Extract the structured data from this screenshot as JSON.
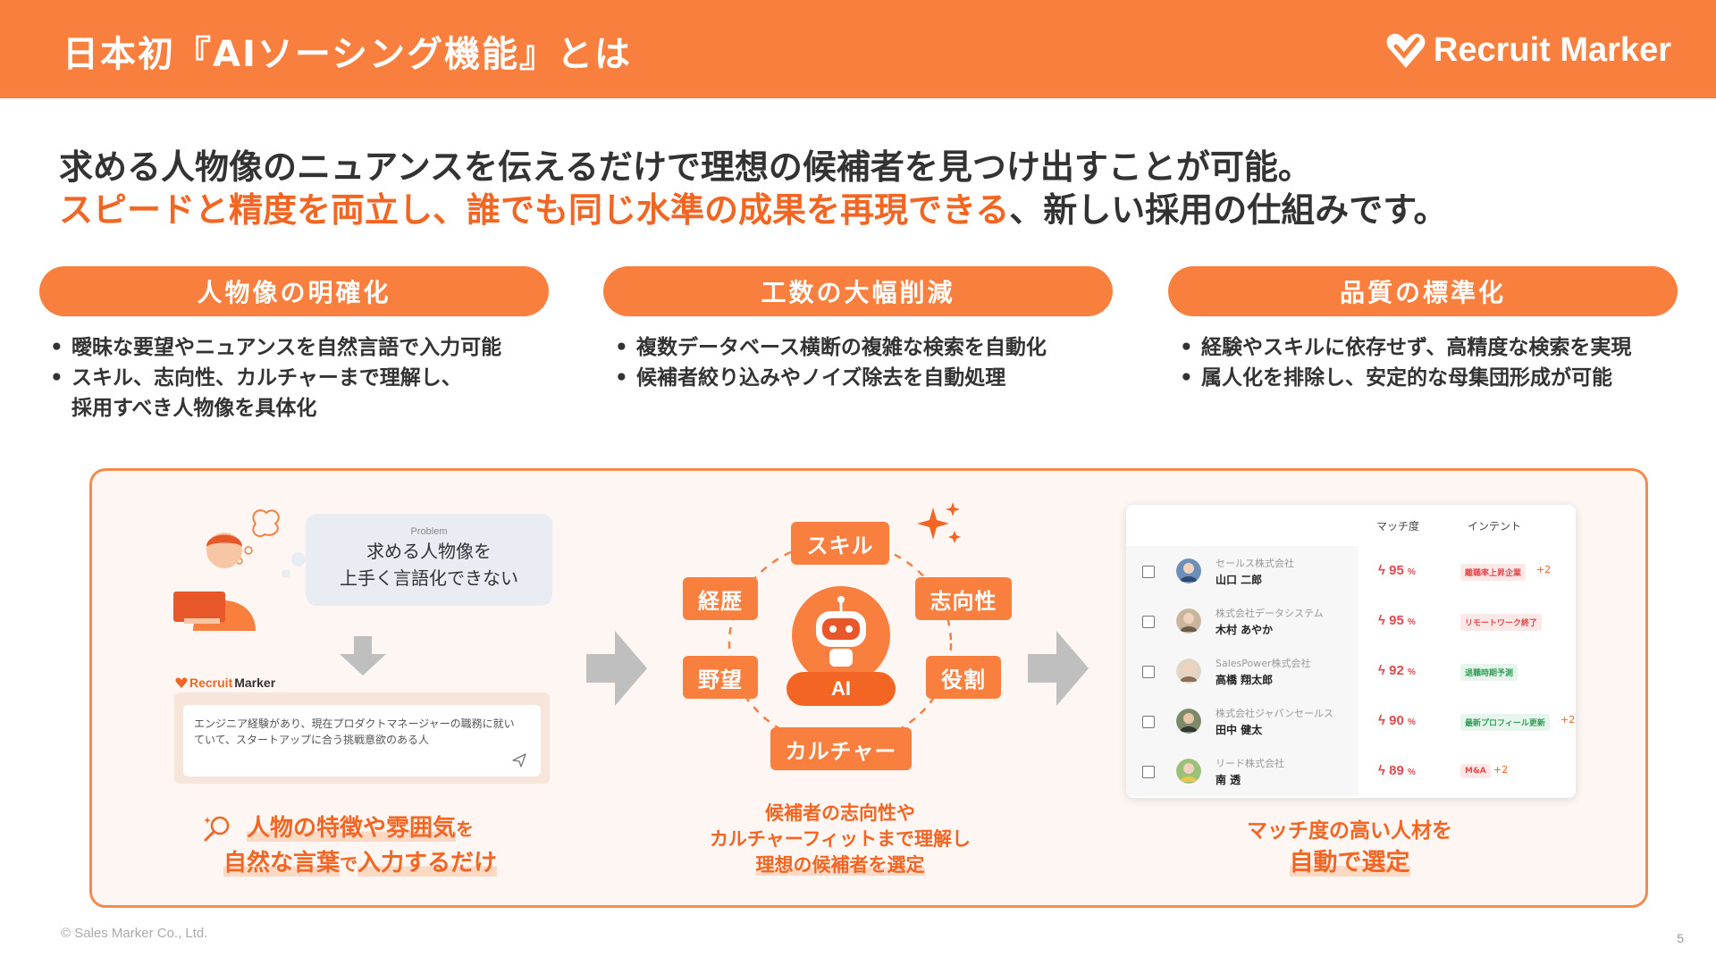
{
  "header": {
    "title": "日本初『AIソーシング機能』とは",
    "logo_text": "Recruit Marker"
  },
  "lead": {
    "line1": "求める人物像のニュアンスを伝えるだけで理想の候補者を見つけ出すことが可能。",
    "line2_highlight": "スピードと精度を両立し、誰でも同じ水準の成果を再現できる",
    "line2_rest": "、新しい採用の仕組みです。"
  },
  "features": [
    {
      "title": "人物像の明確化",
      "bullets": [
        "曖昧な要望やニュアンスを自然言語で入力可能",
        "スキル、志向性、カルチャーまで理解し、\n採用すべき人物像を具体化"
      ]
    },
    {
      "title": "工数の大幅削減",
      "bullets": [
        "複数データベース横断の複雑な検索を自動化",
        "候補者絞り込みやノイズ除去を自動処理"
      ]
    },
    {
      "title": "品質の標準化",
      "bullets": [
        "経験やスキルに依存せず、高精度な検索を実現",
        "属人化を排除し、安定的な母集団形成が可能"
      ]
    }
  ],
  "left_section": {
    "problem_label": "Problem",
    "problem_text_1": "求める人物像を",
    "problem_text_2": "上手く言語化できない",
    "mini_logo_text_a": "Recruit",
    "mini_logo_text_b": "Marker",
    "chat_input": "エンジニア経験があり、現在プロダクトマネージャーの職務に就いていて、スタートアップに合う挑戦意欲のある人",
    "caption": {
      "a": "人物の特徴や雰囲気",
      "b": "を",
      "c": "自然な言葉",
      "d": "で",
      "e": "入力するだけ"
    }
  },
  "center_section": {
    "tags": {
      "skill": "スキル",
      "career": "経歴",
      "orientation": "志向性",
      "ambition": "野望",
      "role": "役割",
      "culture": "カルチャー"
    },
    "ai_label": "AI",
    "caption": [
      "候補者の志向性や",
      "カルチャーフィットまで理解し",
      "理想の候補者を選定"
    ]
  },
  "right_section": {
    "columns": [
      "マッチ度",
      "インテント"
    ],
    "candidates": [
      {
        "company": "セールス株式会社",
        "name": "山口 二郎",
        "score": "95",
        "pct": "%",
        "badge": "離職率上昇企業",
        "badge_kind": "red",
        "extra": "+2"
      },
      {
        "company": "株式会社データシステム",
        "name": "木村 あやか",
        "score": "95",
        "pct": "%",
        "badge": "リモートワーク終了",
        "badge_kind": "red",
        "extra": ""
      },
      {
        "company": "SalesPower株式会社",
        "name": "高橋 翔太郎",
        "score": "92",
        "pct": "%",
        "badge": "退職時期予測",
        "badge_kind": "green",
        "extra": ""
      },
      {
        "company": "株式会社ジャパンセールス",
        "name": "田中 健太",
        "score": "90",
        "pct": "%",
        "badge": "最新プロフィール更新",
        "badge_kind": "green",
        "extra": "+2"
      },
      {
        "company": "リード株式会社",
        "name": "南 透",
        "score": "89",
        "pct": "%",
        "badge": "M&A",
        "badge_kind": "red",
        "extra": "+2"
      }
    ],
    "caption_1": "マッチ度の高い人材を",
    "caption_2": "自動で選定"
  },
  "footer": {
    "copyright": "© Sales Marker Co., Ltd.",
    "page": "5"
  },
  "colors": {
    "brand": "#f97f3f",
    "accent": "#f26522",
    "panel_bg": "#fdf6f2"
  }
}
